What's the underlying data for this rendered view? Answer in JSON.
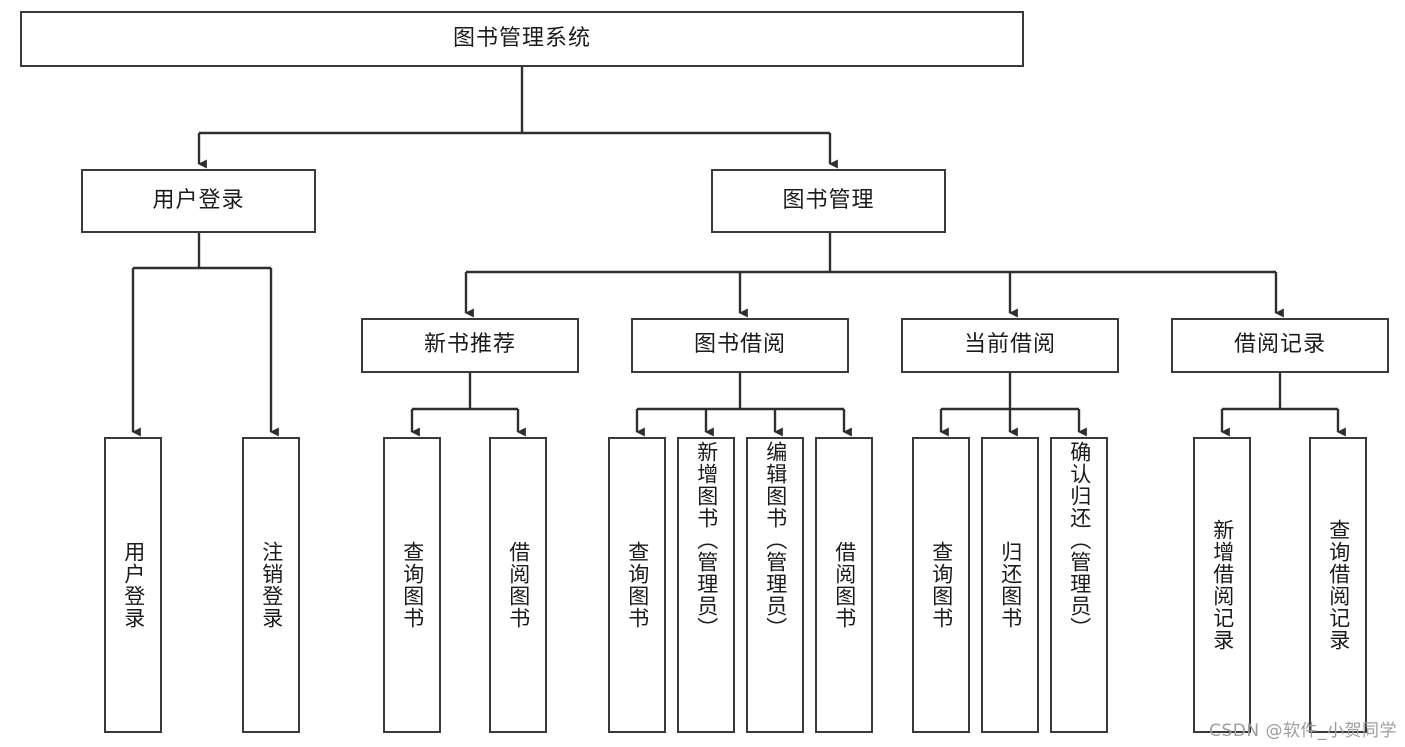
{
  "diagram": {
    "type": "tree",
    "title": "图书管理系统",
    "watermark": "CSDN @软件_小贺同学",
    "colors": {
      "box_border": "#3a3a3a",
      "connector": "#2f2f2f",
      "text": "#1b1b1b",
      "background": "#ffffff",
      "watermark": "#9d9d9d"
    },
    "root": {
      "label": "图书管理系统",
      "level": 1
    },
    "level2": [
      {
        "label": "用户登录"
      },
      {
        "label": "图书管理"
      }
    ],
    "level3": [
      {
        "label": "新书推荐",
        "parent": "图书管理"
      },
      {
        "label": "图书借阅",
        "parent": "图书管理"
      },
      {
        "label": "当前借阅",
        "parent": "图书管理"
      },
      {
        "label": "借阅记录",
        "parent": "图书管理"
      }
    ],
    "leaves": {
      "用户登录": [
        {
          "label": "用户登录"
        },
        {
          "label": "注销登录"
        }
      ],
      "新书推荐": [
        {
          "label": "查询图书"
        },
        {
          "label": "借阅图书"
        }
      ],
      "图书借阅": [
        {
          "label": "查询图书"
        },
        {
          "label": "新增图书（管理员）"
        },
        {
          "label": "编辑图书（管理员）"
        },
        {
          "label": "借阅图书"
        }
      ],
      "当前借阅": [
        {
          "label": "查询图书"
        },
        {
          "label": "归还图书"
        },
        {
          "label": "确认归还（管理员）"
        }
      ],
      "借阅记录": [
        {
          "label": "新增借阅记录"
        },
        {
          "label": "查询借阅记录"
        }
      ]
    }
  }
}
